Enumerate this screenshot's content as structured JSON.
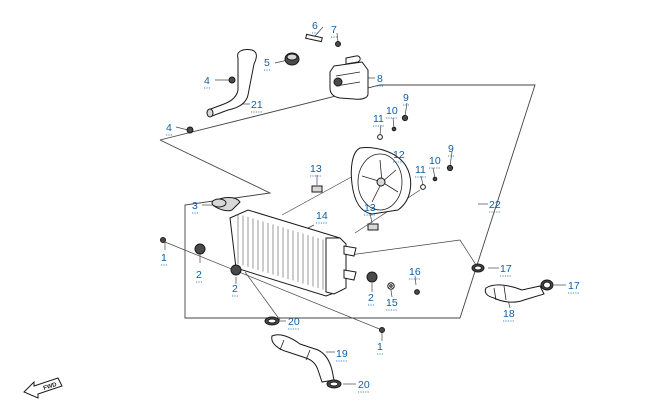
{
  "callouts": {
    "c1a": "1",
    "c1b": "1",
    "c2a": "2",
    "c2b": "2",
    "c2c": "2",
    "c3": "3",
    "c4a": "4",
    "c4b": "4",
    "c5": "5",
    "c6": "6",
    "c7": "7",
    "c8": "8",
    "c9a": "9",
    "c9b": "9",
    "c10a": "10",
    "c10b": "10",
    "c11a": "11",
    "c11b": "11",
    "c12": "12",
    "c13a": "13",
    "c13b": "13",
    "c14": "14",
    "c15": "15",
    "c16": "16",
    "c17a": "17",
    "c17b": "17",
    "c18": "18",
    "c19": "19",
    "c20a": "20",
    "c20b": "20",
    "c21": "21",
    "c22": "22"
  },
  "fwd_label": "FWD",
  "colors": {
    "callout": "#0b5fa8",
    "line": "#1a1a1a"
  }
}
